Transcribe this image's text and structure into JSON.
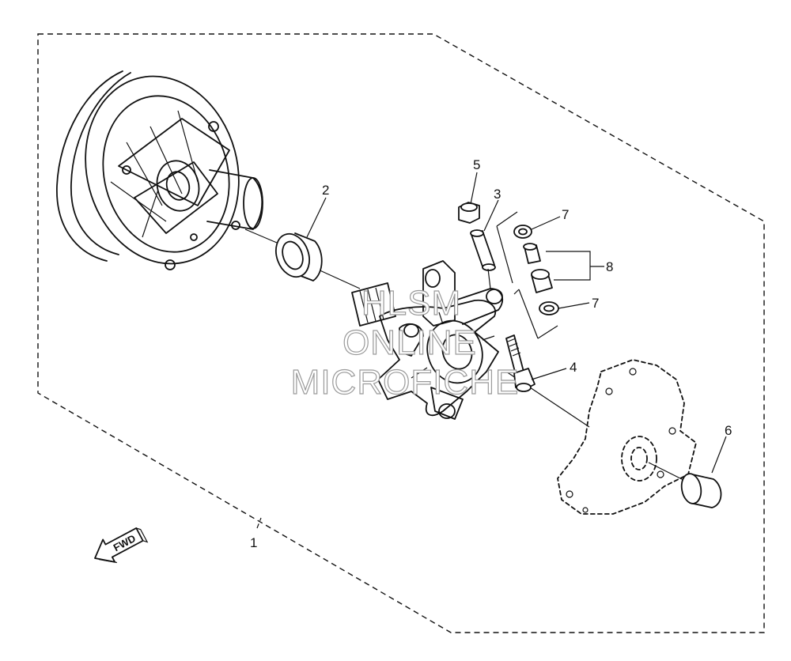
{
  "diagram": {
    "callouts": [
      {
        "id": "1",
        "label": "1"
      },
      {
        "id": "2",
        "label": "2"
      },
      {
        "id": "3",
        "label": "3"
      },
      {
        "id": "4",
        "label": "4"
      },
      {
        "id": "5",
        "label": "5"
      },
      {
        "id": "6",
        "label": "6"
      },
      {
        "id": "7a",
        "label": "7"
      },
      {
        "id": "7b",
        "label": "7"
      },
      {
        "id": "8",
        "label": "8"
      }
    ],
    "direction_arrow": {
      "label": "FWD",
      "icon": "fwd-arrow-icon"
    },
    "watermark": {
      "line1": "HLSM",
      "line2": "ONLINE",
      "line3": "MICROFICHE"
    }
  }
}
